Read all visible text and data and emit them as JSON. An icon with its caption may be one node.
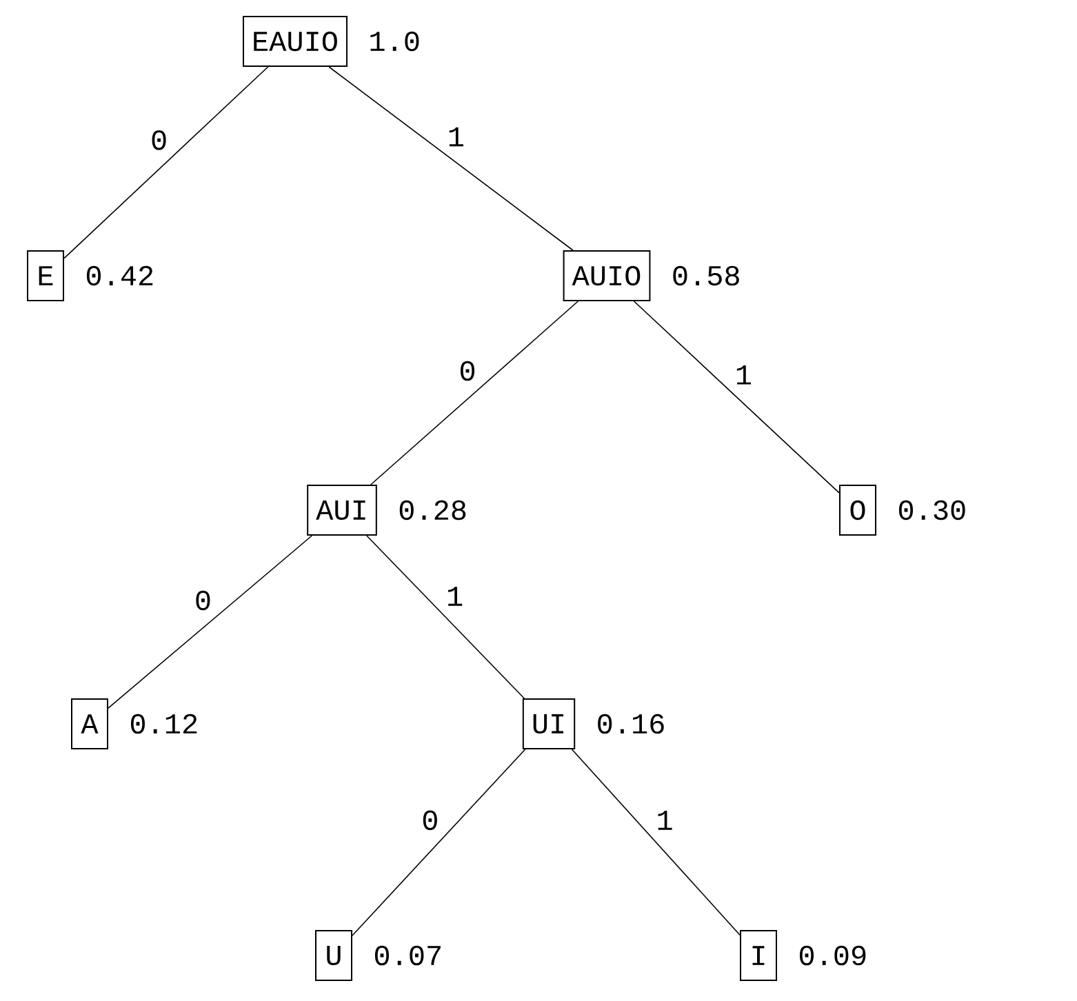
{
  "diagram": {
    "nodes": [
      {
        "text": [
          "EAUIO"
        ],
        "beside": [
          "1.0"
        ]
      },
      {
        "text": [
          "E"
        ],
        "beside": [
          "0.42"
        ]
      },
      {
        "text": [
          "AUIO"
        ],
        "beside": [
          "0.58"
        ]
      },
      {
        "text": [
          "AUI"
        ],
        "beside": [
          "0.28"
        ]
      },
      {
        "text": [
          "O"
        ],
        "beside": [
          "0.30"
        ]
      },
      {
        "text": [
          "A"
        ],
        "beside": [
          "0.12"
        ]
      },
      {
        "text": [
          "UI"
        ],
        "beside": [
          "0.16"
        ]
      },
      {
        "text": [
          "U"
        ],
        "beside": [
          "0.07"
        ]
      },
      {
        "text": [
          "I"
        ],
        "beside": [
          "0.09"
        ]
      }
    ],
    "edges": [
      {
        "from": 0,
        "to": 1,
        "arrow": "none",
        "label": "0"
      },
      {
        "from": 0,
        "to": 2,
        "arrow": "none",
        "label": "1"
      },
      {
        "from": 2,
        "to": 3,
        "arrow": "none",
        "label": "0"
      },
      {
        "from": 2,
        "to": 4,
        "arrow": "none",
        "label": "1"
      },
      {
        "from": 3,
        "to": 5,
        "arrow": "none",
        "label": "0"
      },
      {
        "from": 3,
        "to": 6,
        "arrow": "none",
        "label": "1"
      },
      {
        "from": 6,
        "to": 7,
        "arrow": "none",
        "label": "0"
      },
      {
        "from": 6,
        "to": 8,
        "arrow": "none",
        "label": "1"
      }
    ]
  }
}
